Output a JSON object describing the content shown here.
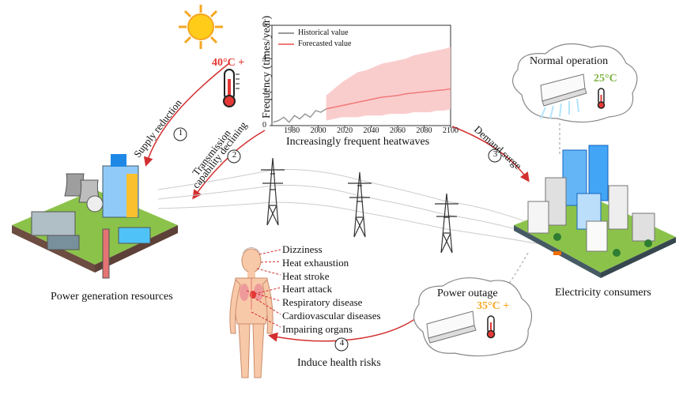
{
  "chart_data": {
    "type": "line",
    "ylabel": "Frequency (times/year)",
    "xlabel": "Increasingly frequent heatwaves",
    "x_ticks": [
      "1980",
      "2000",
      "2020",
      "2040",
      "2060",
      "2080",
      "2100"
    ],
    "y_ticks": [
      "0",
      "2",
      "4",
      "6"
    ],
    "xlim": [
      1965,
      2100
    ],
    "ylim": [
      0,
      6
    ],
    "series": [
      {
        "name": "Historical value",
        "color": "#9a9a9a",
        "x": [
          1966,
          1970,
          1974,
          1978,
          1982,
          1986,
          1990,
          1994,
          1998,
          2002,
          2006
        ],
        "values": [
          0.2,
          0.3,
          0.5,
          0.2,
          0.6,
          0.4,
          0.7,
          0.5,
          0.9,
          0.8,
          1.0
        ]
      },
      {
        "name": "Forecasted value",
        "color": "#f07a7a",
        "x": [
          2006,
          2012,
          2018,
          2024,
          2030,
          2036,
          2042,
          2048,
          2054,
          2060,
          2066,
          2072,
          2078,
          2084,
          2090,
          2096,
          2100
        ],
        "values": [
          1.0,
          1.1,
          1.2,
          1.3,
          1.4,
          1.5,
          1.6,
          1.7,
          1.75,
          1.8,
          1.9,
          1.95,
          2.0,
          2.05,
          2.1,
          2.15,
          2.2
        ],
        "band_low": [
          0.3,
          0.4,
          0.5,
          0.5,
          0.5,
          0.6,
          0.6,
          0.6,
          0.7,
          0.7,
          0.7,
          0.8,
          0.8,
          0.8,
          0.9,
          0.9,
          1.0
        ],
        "band_high": [
          1.8,
          2.2,
          2.6,
          2.9,
          3.2,
          3.3,
          3.5,
          3.7,
          3.8,
          3.9,
          4.0,
          4.2,
          4.3,
          4.4,
          4.5,
          4.6,
          4.7
        ]
      }
    ]
  },
  "temps": {
    "hot": "40°C +",
    "normal": "25°C",
    "outage": "35°C +"
  },
  "colors": {
    "arrow": "#d32f2f",
    "hot_temp": "#e53935",
    "normal_temp": "#7cb342",
    "outage_temp": "#f9a825"
  },
  "labels": {
    "supply_reduction": "Supply reduction",
    "transmission_line1": "Transmission",
    "transmission_line2": "capability declining",
    "demand_surge": "Demand surge",
    "normal_operation": "Normal operation",
    "power_outage": "Power outage",
    "power_generation": "Power generation resources",
    "electricity_consumers": "Electricity consumers",
    "health_risks": "Induce health risks",
    "step1": "1",
    "step2": "2",
    "step3": "3",
    "step4": "4"
  },
  "symptoms": [
    "Dizziness",
    "Heat exhaustion",
    "Heat stroke",
    "Heart attack",
    "Respiratory disease",
    "Cardiovascular diseases",
    "Impairing organs"
  ]
}
